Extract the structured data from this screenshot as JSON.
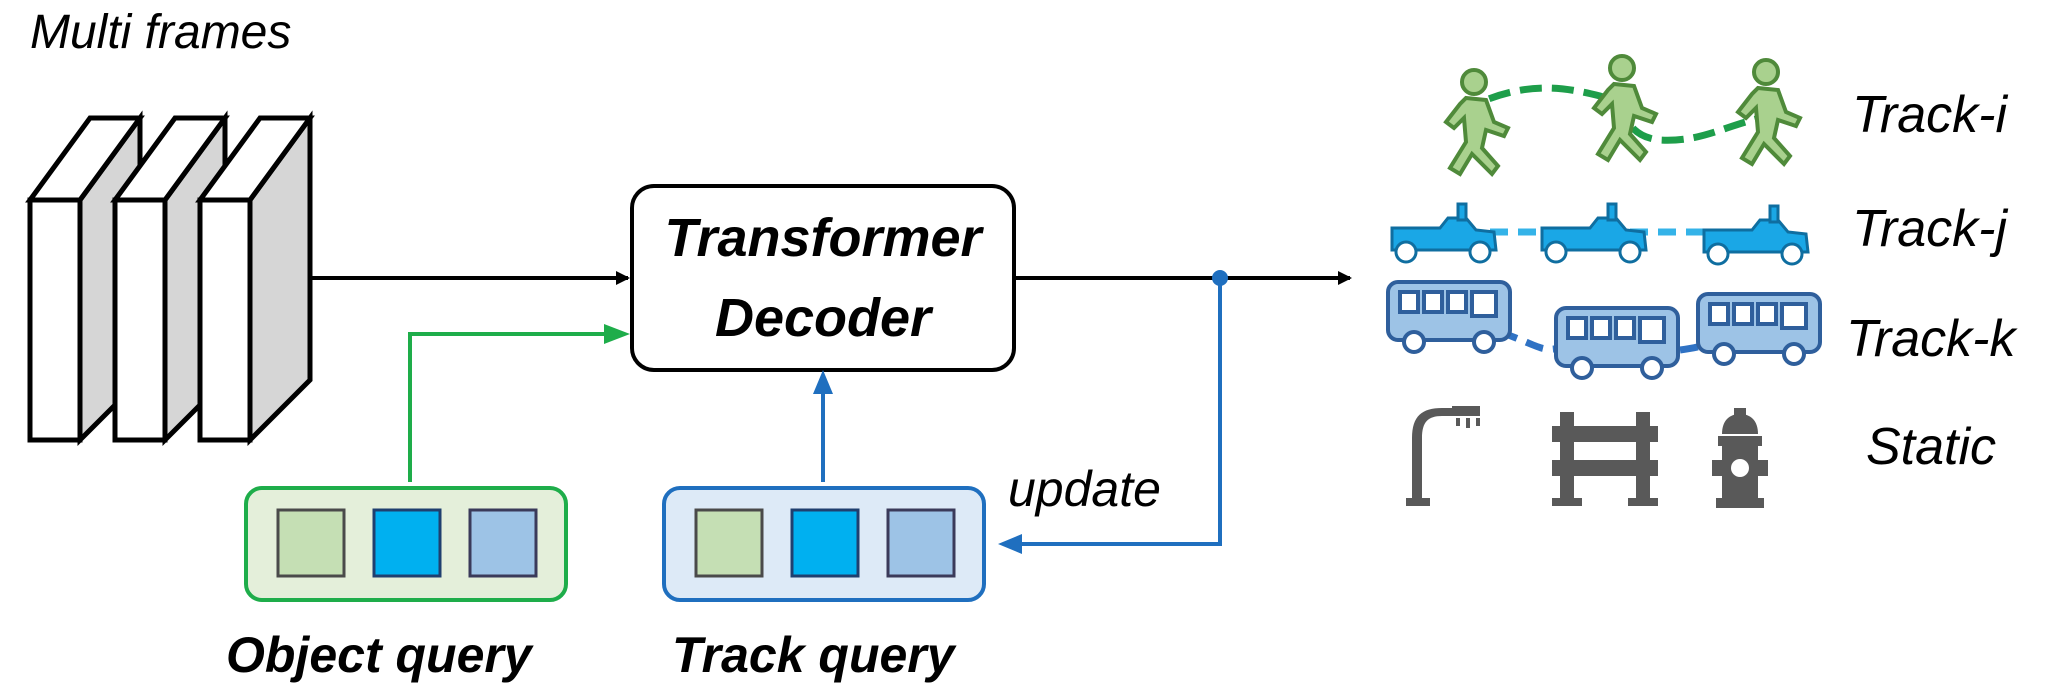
{
  "labels": {
    "multi_frames": "Multi frames",
    "decoder_line1": "Transformer",
    "decoder_line2": "Decoder",
    "update": "update",
    "object_query": "Object query",
    "track_query": "Track query"
  },
  "tracks": [
    {
      "label": "Track-i",
      "icon": "pedestrian-icon",
      "color": "#5da84b",
      "link_color": "#1e9e4a"
    },
    {
      "label": "Track-j",
      "icon": "scooter-icon",
      "color": "#1aa7e6",
      "link_color": "#34b3e8"
    },
    {
      "label": "Track-k",
      "icon": "bus-icon",
      "color": "#7aa6dc",
      "link_color": "#2f72c4"
    },
    {
      "label": "Static",
      "icons": [
        "street-lamp-icon",
        "road-barrier-icon",
        "fire-hydrant-icon"
      ],
      "color": "#595959"
    }
  ],
  "colors": {
    "green_arrow": "#1ead4a",
    "blue_arrow": "#1f6fbf",
    "object_query_fill": "#e4efda",
    "track_query_fill": "#ddeaf7",
    "query_cell_green": "#c5dfb4",
    "query_cell_cyan": "#00b0f0",
    "query_cell_lightblue": "#9dc3e6"
  }
}
